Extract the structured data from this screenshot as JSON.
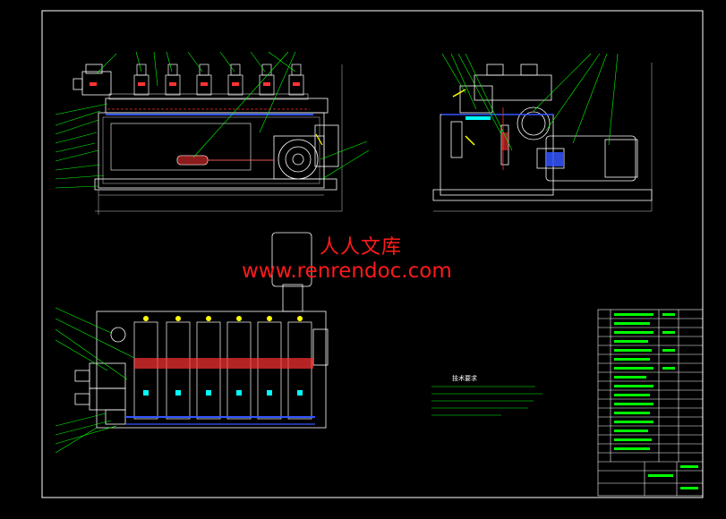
{
  "watermark": {
    "site_name_cn": "人人文库",
    "site_url": "www.renrendoc.com"
  },
  "tech_requirements": {
    "title": "技术要求"
  },
  "colors": {
    "background": "#000000",
    "outline": "#ffffff",
    "leader": "#00ff00",
    "pipe": "#3355ff",
    "hatch": "#ff3333",
    "accent_cyan": "#00ffff",
    "accent_yellow": "#ffff00",
    "watermark": "#ff1a1a"
  }
}
